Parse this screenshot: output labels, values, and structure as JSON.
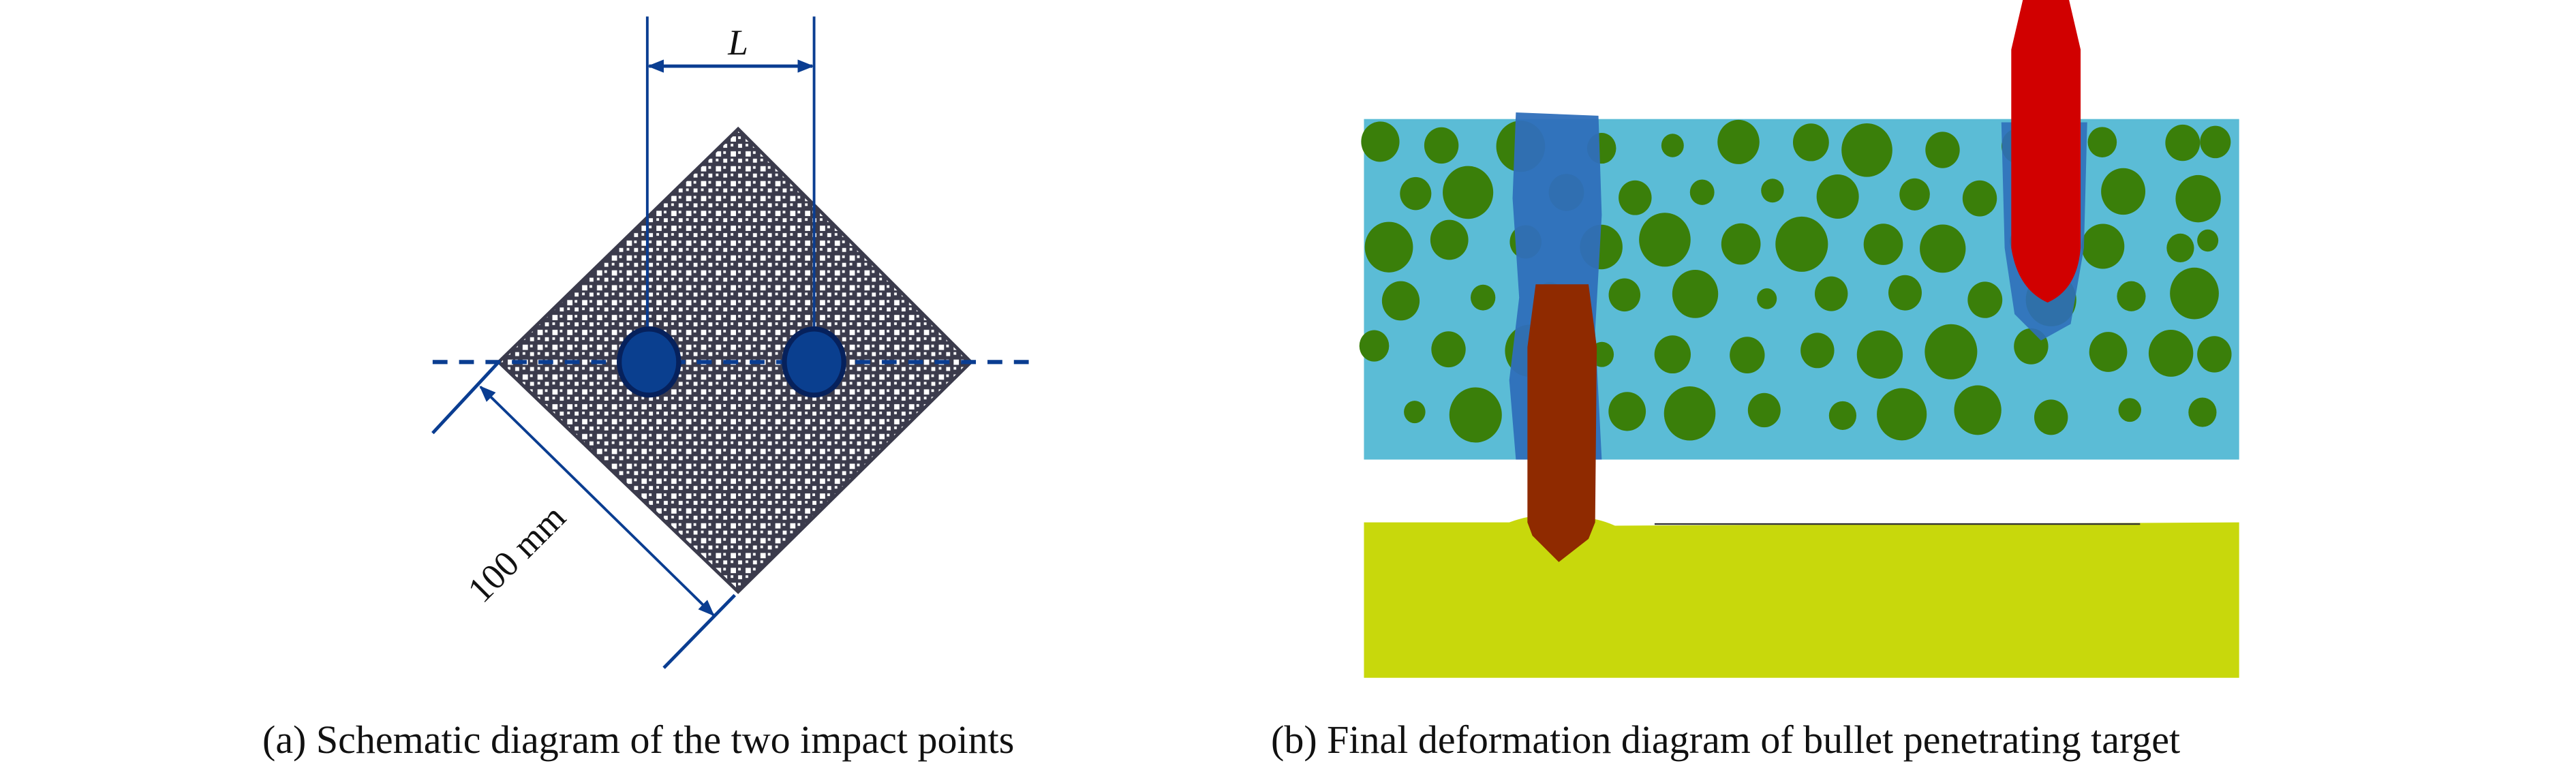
{
  "figure": {
    "panel_a": {
      "caption": "(a) Schematic diagram of the two impact points",
      "spacing_label": "L",
      "dimension_label": "100 mm",
      "impact_points": 2,
      "colors": {
        "line": "#0a3d91",
        "impact_fill": "#0a3f8f",
        "impact_stroke": "#06215c",
        "plate_dark": "#3b3b4c",
        "plate_light": "#ffffff"
      }
    },
    "panel_b": {
      "caption": "(b) Final deformation diagram of bullet penetrating target",
      "colors": {
        "matrix": "#5bbcd6",
        "particles": "#3a7f0a",
        "damage_zone": "#2f6fba",
        "bullet_first": "#8f2a00",
        "bullet_second": "#d10000",
        "backing_plate": "#c8d80c"
      }
    }
  }
}
